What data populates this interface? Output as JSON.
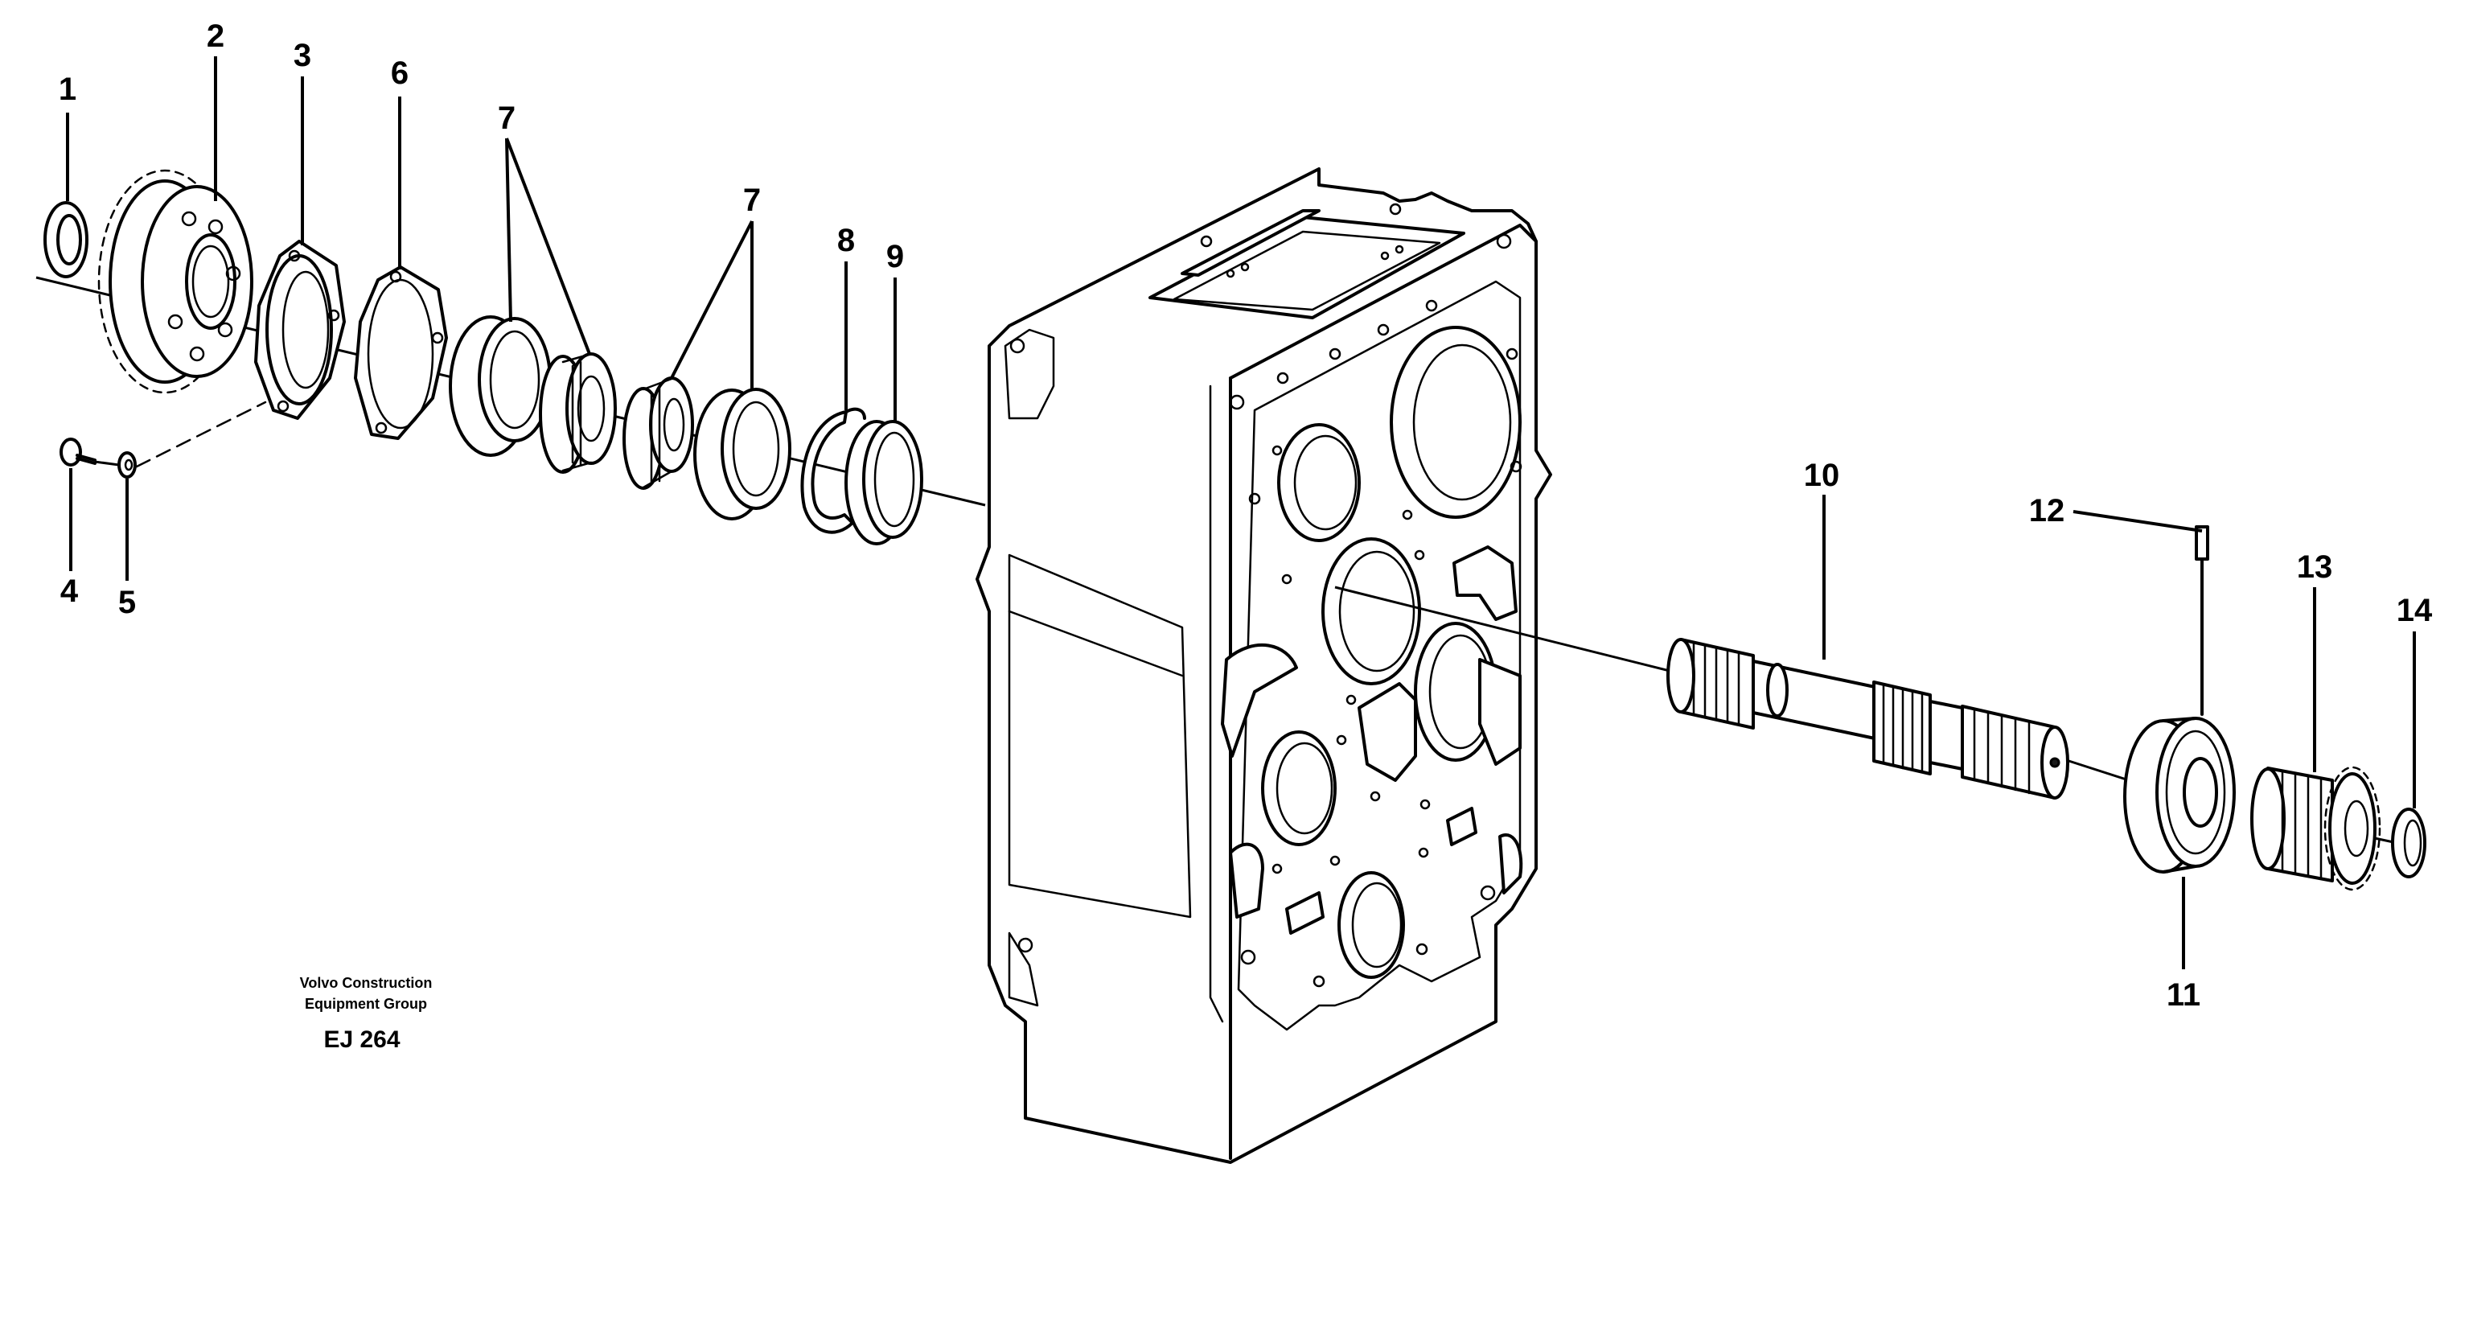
{
  "callouts": [
    "1",
    "2",
    "3",
    "6",
    "7",
    "7",
    "8",
    "9",
    "4",
    "5",
    "10",
    "12",
    "13",
    "14",
    "11"
  ],
  "caption": {
    "line1": "Volvo Construction",
    "line2": "Equipment Group",
    "code": "EJ 264"
  }
}
